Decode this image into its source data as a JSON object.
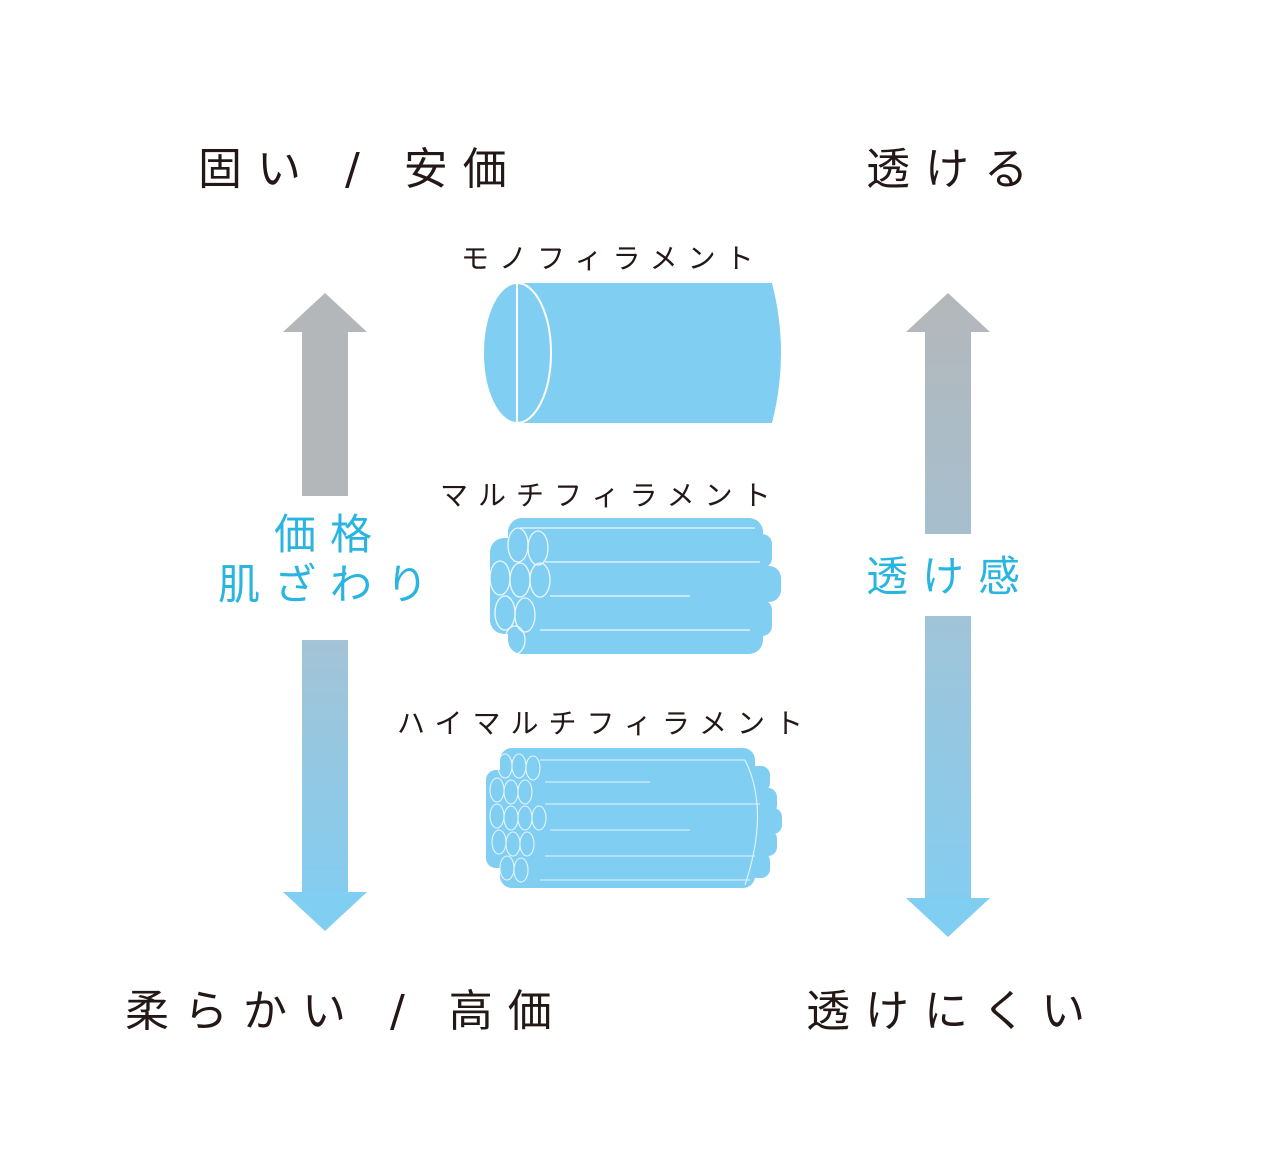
{
  "labels": {
    "top_left": "固い / 安価",
    "top_right": "透ける",
    "bottom_left": "柔らかい / 高価",
    "bottom_right": "透けにくい"
  },
  "fibers": {
    "mono": "モノフィラメント",
    "multi": "マルチフィラメント",
    "hi_multi": "ハイマルチフィラメント"
  },
  "axes": {
    "left_line1": "価格",
    "left_line2": "肌ざわり",
    "right": "透け感"
  },
  "colors": {
    "fiber_fill": "#81CEF3",
    "arrow_top": "#B4B7BA",
    "arrow_bottom": "#81CEF3",
    "axis_text": "#29B5E0",
    "text": "#231815"
  }
}
